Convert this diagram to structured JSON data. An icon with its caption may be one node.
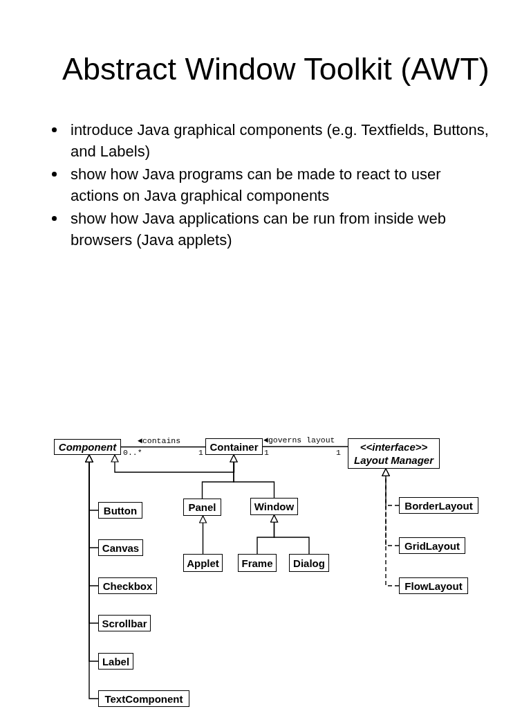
{
  "diagram": {
    "title": "Abstract Window Toolkit (AWT)",
    "nodes": [
      {
        "text": [
          "Component"
        ]
      },
      {
        "text": [
          "Container"
        ]
      },
      {
        "text": [
          "<<interface>>",
          "Layout Manager"
        ]
      },
      {
        "text": [
          "Panel"
        ]
      },
      {
        "text": [
          "Window"
        ]
      },
      {
        "text": [
          "BorderLayout"
        ]
      },
      {
        "text": [
          "Button"
        ]
      },
      {
        "text": [
          "Canvas"
        ]
      },
      {
        "text": [
          "GridLayout"
        ]
      },
      {
        "text": [
          "Applet"
        ]
      },
      {
        "text": [
          "Frame"
        ]
      },
      {
        "text": [
          "Dialog"
        ]
      },
      {
        "text": [
          "Checkbox"
        ]
      },
      {
        "text": [
          "FlowLayout"
        ]
      },
      {
        "text": [
          "Scrollbar"
        ]
      },
      {
        "text": [
          "Label"
        ]
      },
      {
        "text": [
          "TextComponent"
        ]
      }
    ],
    "edges": [
      {
        "from": 0,
        "to": 1,
        "arrow": "none",
        "label": "◄contains"
      },
      {
        "from": 1,
        "to": 2,
        "arrow": "none",
        "label": "◄governs layout"
      },
      {
        "from": 1,
        "to": 0,
        "arrow": "to"
      },
      {
        "from": 3,
        "to": 1,
        "arrow": "to"
      },
      {
        "from": 4,
        "to": 1,
        "arrow": "to"
      },
      {
        "from": 6,
        "to": 0,
        "arrow": "to"
      },
      {
        "from": 7,
        "to": 0,
        "arrow": "to"
      },
      {
        "from": 12,
        "to": 0,
        "arrow": "to"
      },
      {
        "from": 14,
        "to": 0,
        "arrow": "to"
      },
      {
        "from": 15,
        "to": 0,
        "arrow": "to"
      },
      {
        "from": 16,
        "to": 0,
        "arrow": "to"
      },
      {
        "from": 9,
        "to": 3,
        "arrow": "to"
      },
      {
        "from": 10,
        "to": 4,
        "arrow": "to"
      },
      {
        "from": 11,
        "to": 4,
        "arrow": "to"
      },
      {
        "from": 5,
        "to": 2,
        "arrow": "to",
        "style": "dashed"
      },
      {
        "from": 8,
        "to": 2,
        "arrow": "to",
        "style": "dashed"
      },
      {
        "from": 13,
        "to": 2,
        "arrow": "to",
        "style": "dashed"
      }
    ],
    "labels": [
      "introduce Java graphical components (e.g. Textfields, Buttons, and Labels)",
      "show how Java programs can be made to react to user actions on Java graphical components",
      "show how Java applications can be run from inside web browsers (Java applets)",
      "0..*",
      "1",
      "1",
      "1"
    ]
  }
}
